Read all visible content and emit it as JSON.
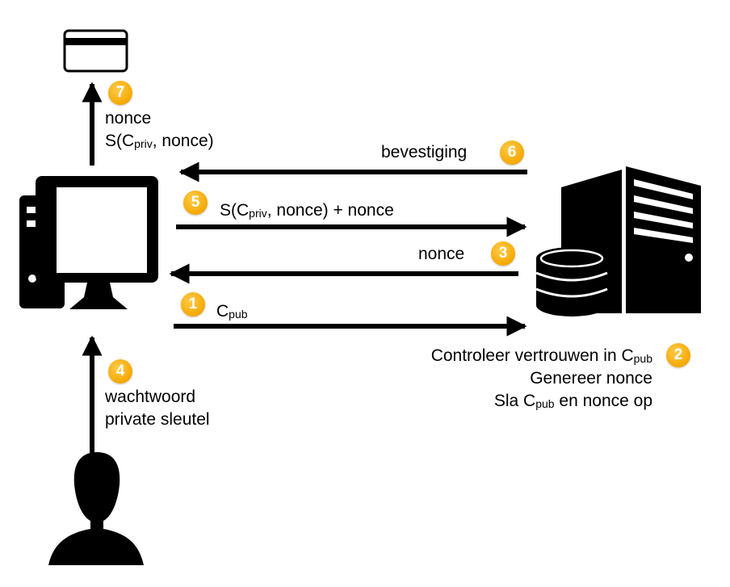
{
  "badges": {
    "b1": "1",
    "b2": "2",
    "b3": "3",
    "b4": "4",
    "b5": "5",
    "b6": "6",
    "b7": "7"
  },
  "labels": {
    "card_nonce": "nonce",
    "card_sig_prefix": "S(C",
    "card_sig_sub": "priv",
    "card_sig_suffix": ", nonce)",
    "bevestiging": "bevestiging",
    "step5_prefix": "S(C",
    "step5_sub": "priv",
    "step5_suffix": ", nonce) + nonce",
    "step3_nonce": "nonce",
    "step1_c": "C",
    "step1_sub": "pub",
    "server_line1_prefix": "Controleer vertrouwen in C",
    "server_line1_sub": "pub",
    "server_line2": "Genereer nonce",
    "server_line3_prefix": "Sla C",
    "server_line3_sub": "pub",
    "server_line3_suffix": " en nonce op",
    "user_line1": "wachtwoord",
    "user_line2": "private sleutel"
  },
  "colors": {
    "badge": "#f5a800",
    "ink": "#000000"
  },
  "icons": [
    "card-icon",
    "computer-icon",
    "server-icon",
    "database-icon",
    "user-icon"
  ]
}
